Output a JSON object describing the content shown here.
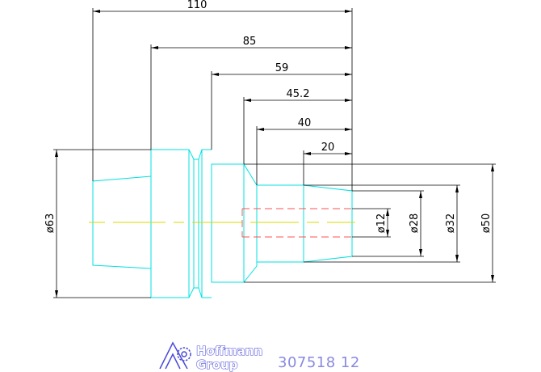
{
  "dimensions": {
    "horizontal": [
      {
        "value": "110"
      },
      {
        "value": "85"
      },
      {
        "value": "59"
      },
      {
        "value": "45.2"
      },
      {
        "value": "40"
      },
      {
        "value": "20"
      }
    ],
    "diameters": [
      {
        "value": "ø63"
      },
      {
        "value": "ø12"
      },
      {
        "value": "ø28"
      },
      {
        "value": "ø32"
      },
      {
        "value": "ø50"
      }
    ]
  },
  "logo": {
    "line1": "Hoffmann",
    "line2": "Group"
  },
  "part_number": "307518 12",
  "colors": {
    "outline": "#00e0e0",
    "centerline": "#d8d800",
    "hidden": "#ff5050",
    "dimension": "#000000",
    "brand": "#4a4ad8",
    "part_number": "#8a8ae0"
  }
}
